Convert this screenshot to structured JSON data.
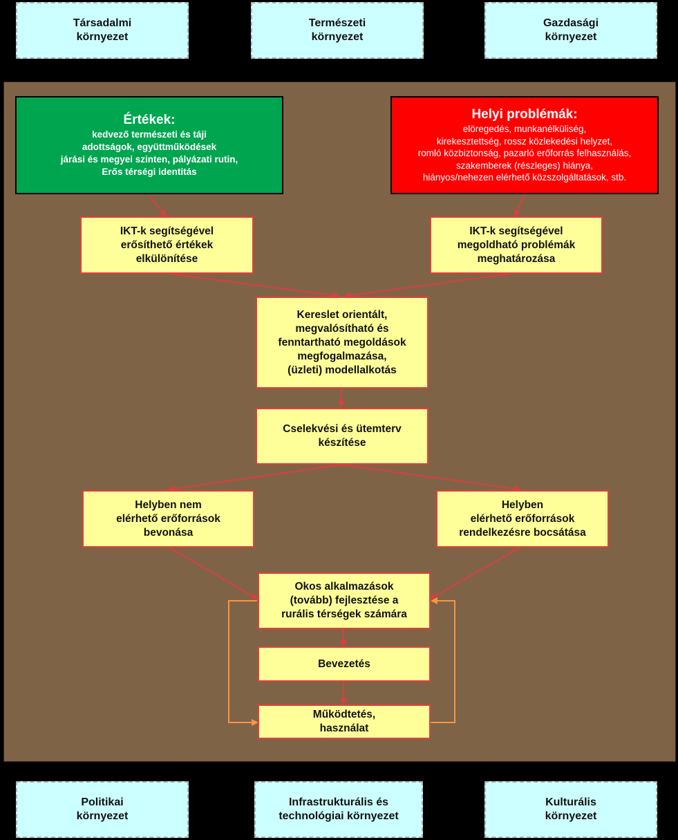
{
  "environments_top": [
    {
      "label": "Társadalmi\nkörnyezet"
    },
    {
      "label": "Természeti\nkörnyezet"
    },
    {
      "label": "Gazdasági\nkörnyezet"
    }
  ],
  "environments_bottom": [
    {
      "label": "Politikai\nkörnyezet"
    },
    {
      "label": "Infrastrukturális és\ntechnológiai környezet"
    },
    {
      "label": "Kulturális\nkörnyezet"
    }
  ],
  "values_box": {
    "title": "Értékek:",
    "text": "kedvező természeti és táji\nadottságok, együttműködések\njárási és megyei szinten, pályázati rutin,\nErős térségi identitás"
  },
  "problems_box": {
    "title": "Helyi problémák:",
    "text": "elöregedés, munkanélküliség,\nkirekesztettség, rossz közlekedési helyzet,\nromló közbiztonság, pazarló erőforrás felhasználás,\nszakemberek (részleges) hiánya,\nhiányos/nehezen elérhető közszolgáltatások, stb."
  },
  "steps": {
    "values_ict": "IKT-k segítségével\nerősíthető értékek\nelkülönítése",
    "problems_ict": "IKT-k segítségével\nmegoldható problémák\nmeghatározása",
    "demand": "Kereslet orientált,\nmegvalósítható és\nfenntartható megoldások\nmegfogalmazása,\n(üzleti) modellalkotás",
    "action_plan": "Cselekvési és ütemterv\nkészítése",
    "external_resources": "Helyben nem\nelérhető erőforrások\nbevonása",
    "local_resources": "Helyben\nelérhető erőforrások\nrendelkezésre bocsátása",
    "smart_apps": "Okos alkalmazások\n(tovább) fejlesztése a\nrurális térségek számára",
    "introduction": "Bevezetés",
    "operation": "Működtetés,\nhasználat"
  },
  "colors": {
    "background": "#000000",
    "panel": "#7f6347",
    "environment_box": "#ccffff",
    "step_box": "#ffff99",
    "step_border": "#e04040",
    "values_box": "#00a550",
    "problems_box": "#ff0000",
    "arrow_red": "#d84040",
    "arrow_orange": "#f79646"
  }
}
